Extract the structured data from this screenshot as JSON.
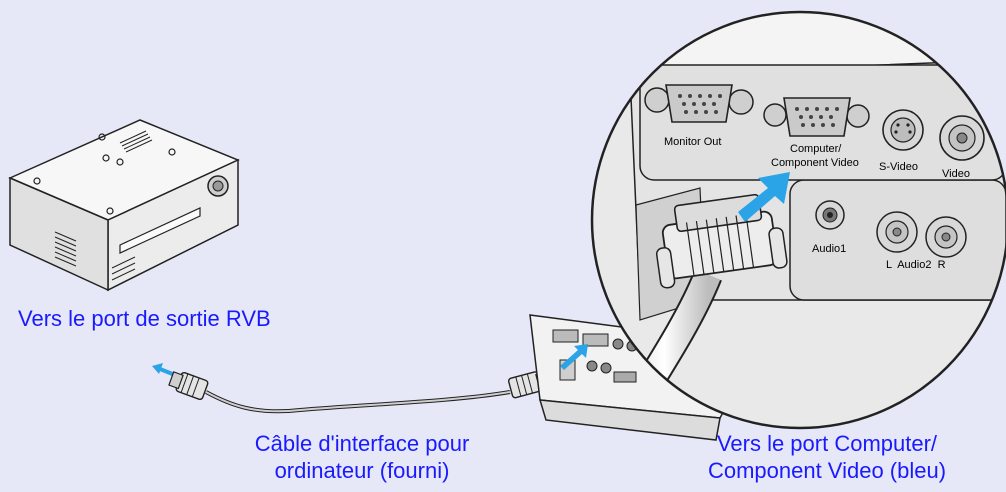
{
  "captions": {
    "rgb_output": "Vers le port de sortie RVB",
    "cable_line1": "Câble d'interface pour",
    "cable_line2": "ordinateur (fourni)",
    "port_line1": "Vers le port Computer/",
    "port_line2": "Component Video (bleu)"
  },
  "panel_labels": {
    "monitor_out": "Monitor Out",
    "computer_line1": "Computer/",
    "computer_line2": "Component Video",
    "s_video": "S-Video",
    "video": "Video",
    "audio1": "Audio1",
    "audio2": "L  Audio2  R"
  },
  "colors": {
    "background": "#e6e8f8",
    "caption_text": "#1a1aff",
    "arrow": "#2aa4e6"
  }
}
